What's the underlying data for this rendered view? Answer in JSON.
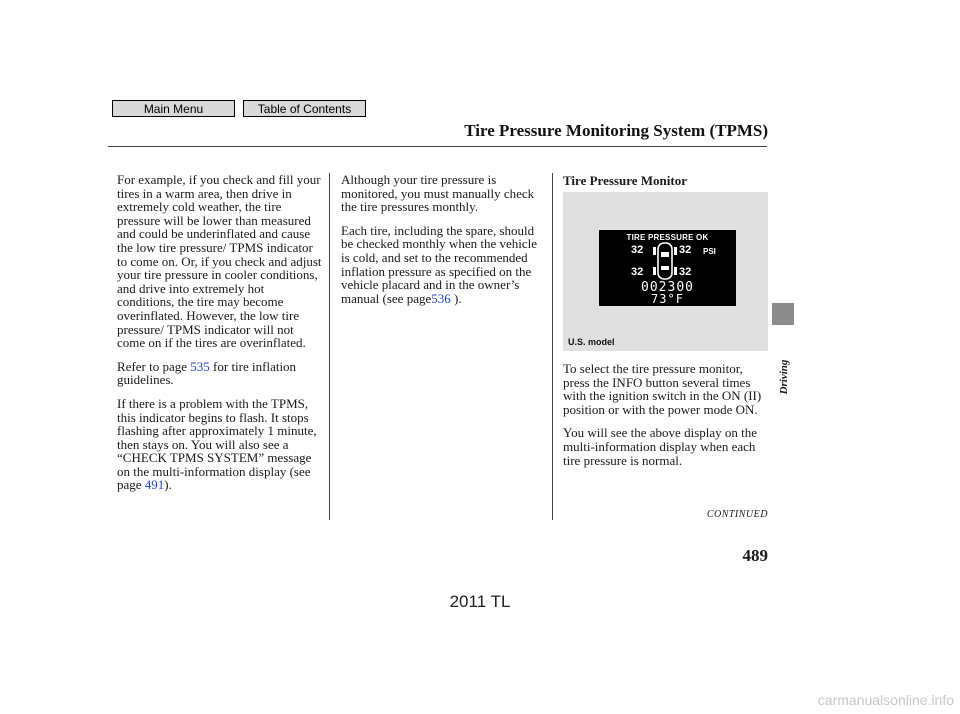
{
  "nav": {
    "main_menu": "Main Menu",
    "table_of_contents": "Table of Contents"
  },
  "header": {
    "title": "Tire Pressure Monitoring System (TPMS)"
  },
  "col1": {
    "p1": "For example, if you check and fill your tires in a warm area, then drive in extremely cold weather, the tire pressure will be lower than measured and could be underinflated and cause the low tire pressure/ TPMS indicator to come on. Or, if you check and adjust your tire pressure in cooler conditions, and drive into extremely hot conditions, the tire may become overinflated. However, the low tire pressure/ TPMS indicator will not come on if the tires are overinflated.",
    "p2_before": "Refer to page",
    "p2_link": "535",
    "p2_after": "for tire inflation guidelines.",
    "p3_before": "If there is a problem with the TPMS, this indicator begins to flash. It stops flashing after approximately 1 minute, then stays on. You will also see a “CHECK TPMS SYSTEM” message on the multi-information display (see page",
    "p3_link": "491",
    "p3_after": ")."
  },
  "col2": {
    "p1": "Although your tire pressure is monitored, you must manually check the tire pressures monthly.",
    "p2_before": "Each tire, including the spare, should be checked monthly when the vehicle is cold, and set to the recommended inflation pressure as specified on the vehicle placard and in the owner’s manual (see page",
    "p2_link": "536",
    "p2_after": ")."
  },
  "col3": {
    "heading": "Tire Pressure Monitor",
    "p1": "To select the tire pressure monitor, press the INFO button several times with the ignition switch in the ON (II) position or with the power mode ON.",
    "p2": "You will see the above display on the multi-information display when each tire pressure is normal."
  },
  "display": {
    "title": "TIRE PRESSURE OK",
    "front_left": "32",
    "front_right": "32",
    "rear_left": "32",
    "rear_right": "32",
    "unit": "PSI",
    "odometer": "002300",
    "temperature": "73°F",
    "caption": "U.S. model"
  },
  "footer": {
    "continued": "CONTINUED",
    "page_number": "489",
    "side_label": "Driving",
    "model": "2011 TL",
    "watermark": "carmanualsonline.info"
  }
}
